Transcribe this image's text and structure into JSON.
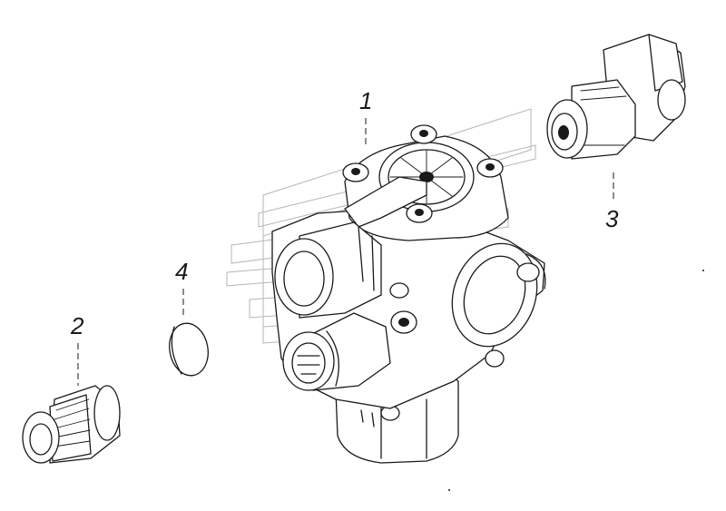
{
  "diagram": {
    "callouts": [
      {
        "id": "1",
        "label": "1"
      },
      {
        "id": "2",
        "label": "2"
      },
      {
        "id": "3",
        "label": "3"
      },
      {
        "id": "4",
        "label": "4"
      }
    ],
    "colors": {
      "line": "#1a1a1a",
      "background": "#ffffff",
      "watermark": "#b5b5b5"
    }
  }
}
